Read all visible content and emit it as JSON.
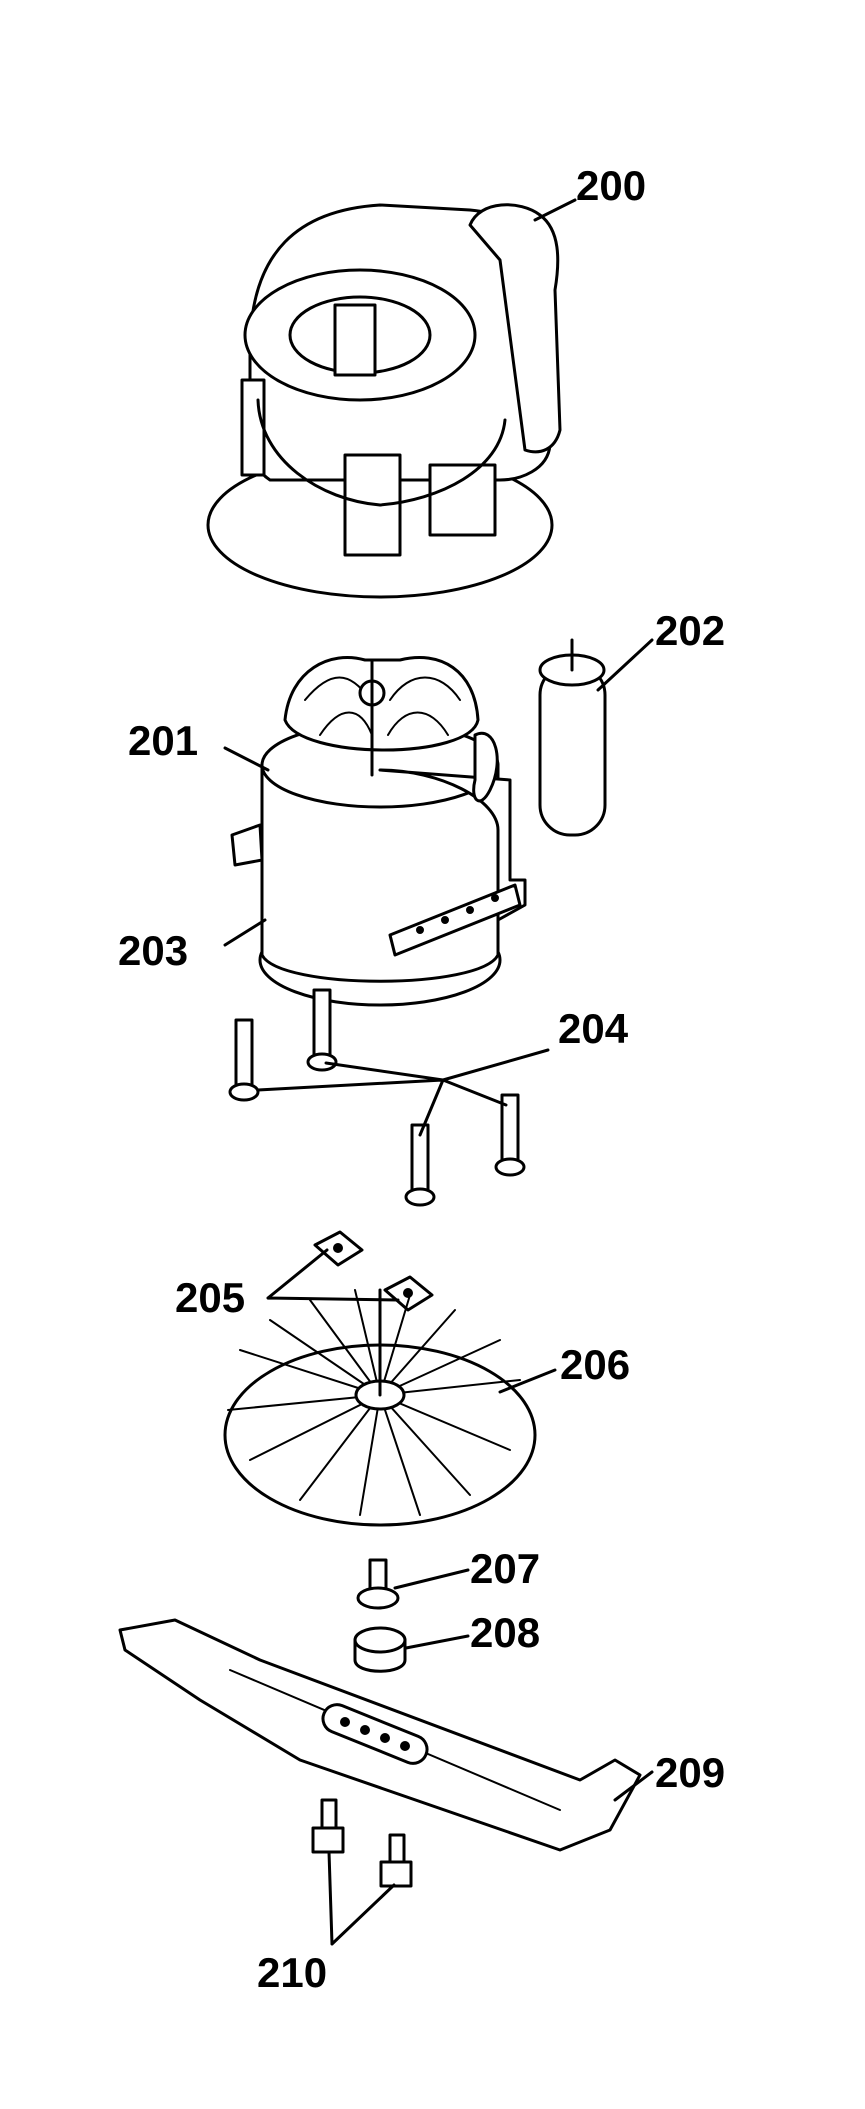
{
  "parts": {
    "p200": {
      "number": "200"
    },
    "p201": {
      "number": "201"
    },
    "p202": {
      "number": "202"
    },
    "p203": {
      "number": "203"
    },
    "p204": {
      "number": "204"
    },
    "p205": {
      "number": "205"
    },
    "p206": {
      "number": "206"
    },
    "p207": {
      "number": "207"
    },
    "p208": {
      "number": "208"
    },
    "p209": {
      "number": "209"
    },
    "p210": {
      "number": "210"
    }
  }
}
